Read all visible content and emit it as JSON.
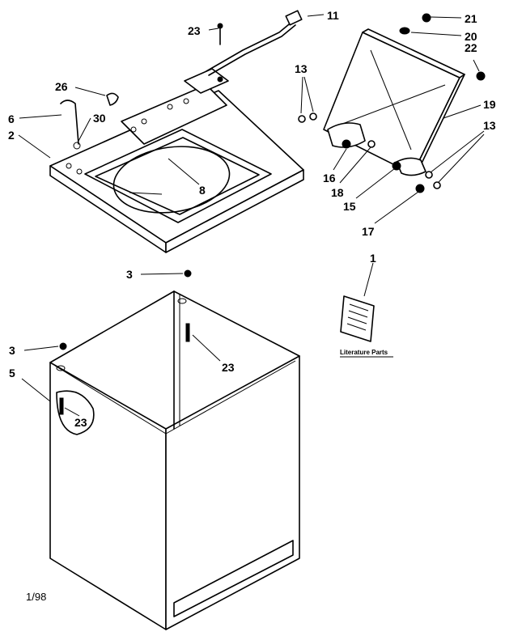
{
  "callouts": {
    "c11": "11",
    "c23a": "23",
    "c21": "21",
    "c20": "20",
    "c22": "22",
    "c26": "26",
    "c13a": "13",
    "c6": "6",
    "c30": "30",
    "c2": "2",
    "c19": "19",
    "c13b": "13",
    "c8": "8",
    "c16": "16",
    "c18": "18",
    "c15": "15",
    "c17": "17",
    "c1": "1",
    "c3a": "3",
    "c3b": "3",
    "c23b": "23",
    "c5": "5",
    "c23c": "23"
  },
  "literature_label": "Literature Parts",
  "footer_code": "1/98",
  "colors": {
    "ink": "#000000",
    "paper": "#ffffff"
  }
}
